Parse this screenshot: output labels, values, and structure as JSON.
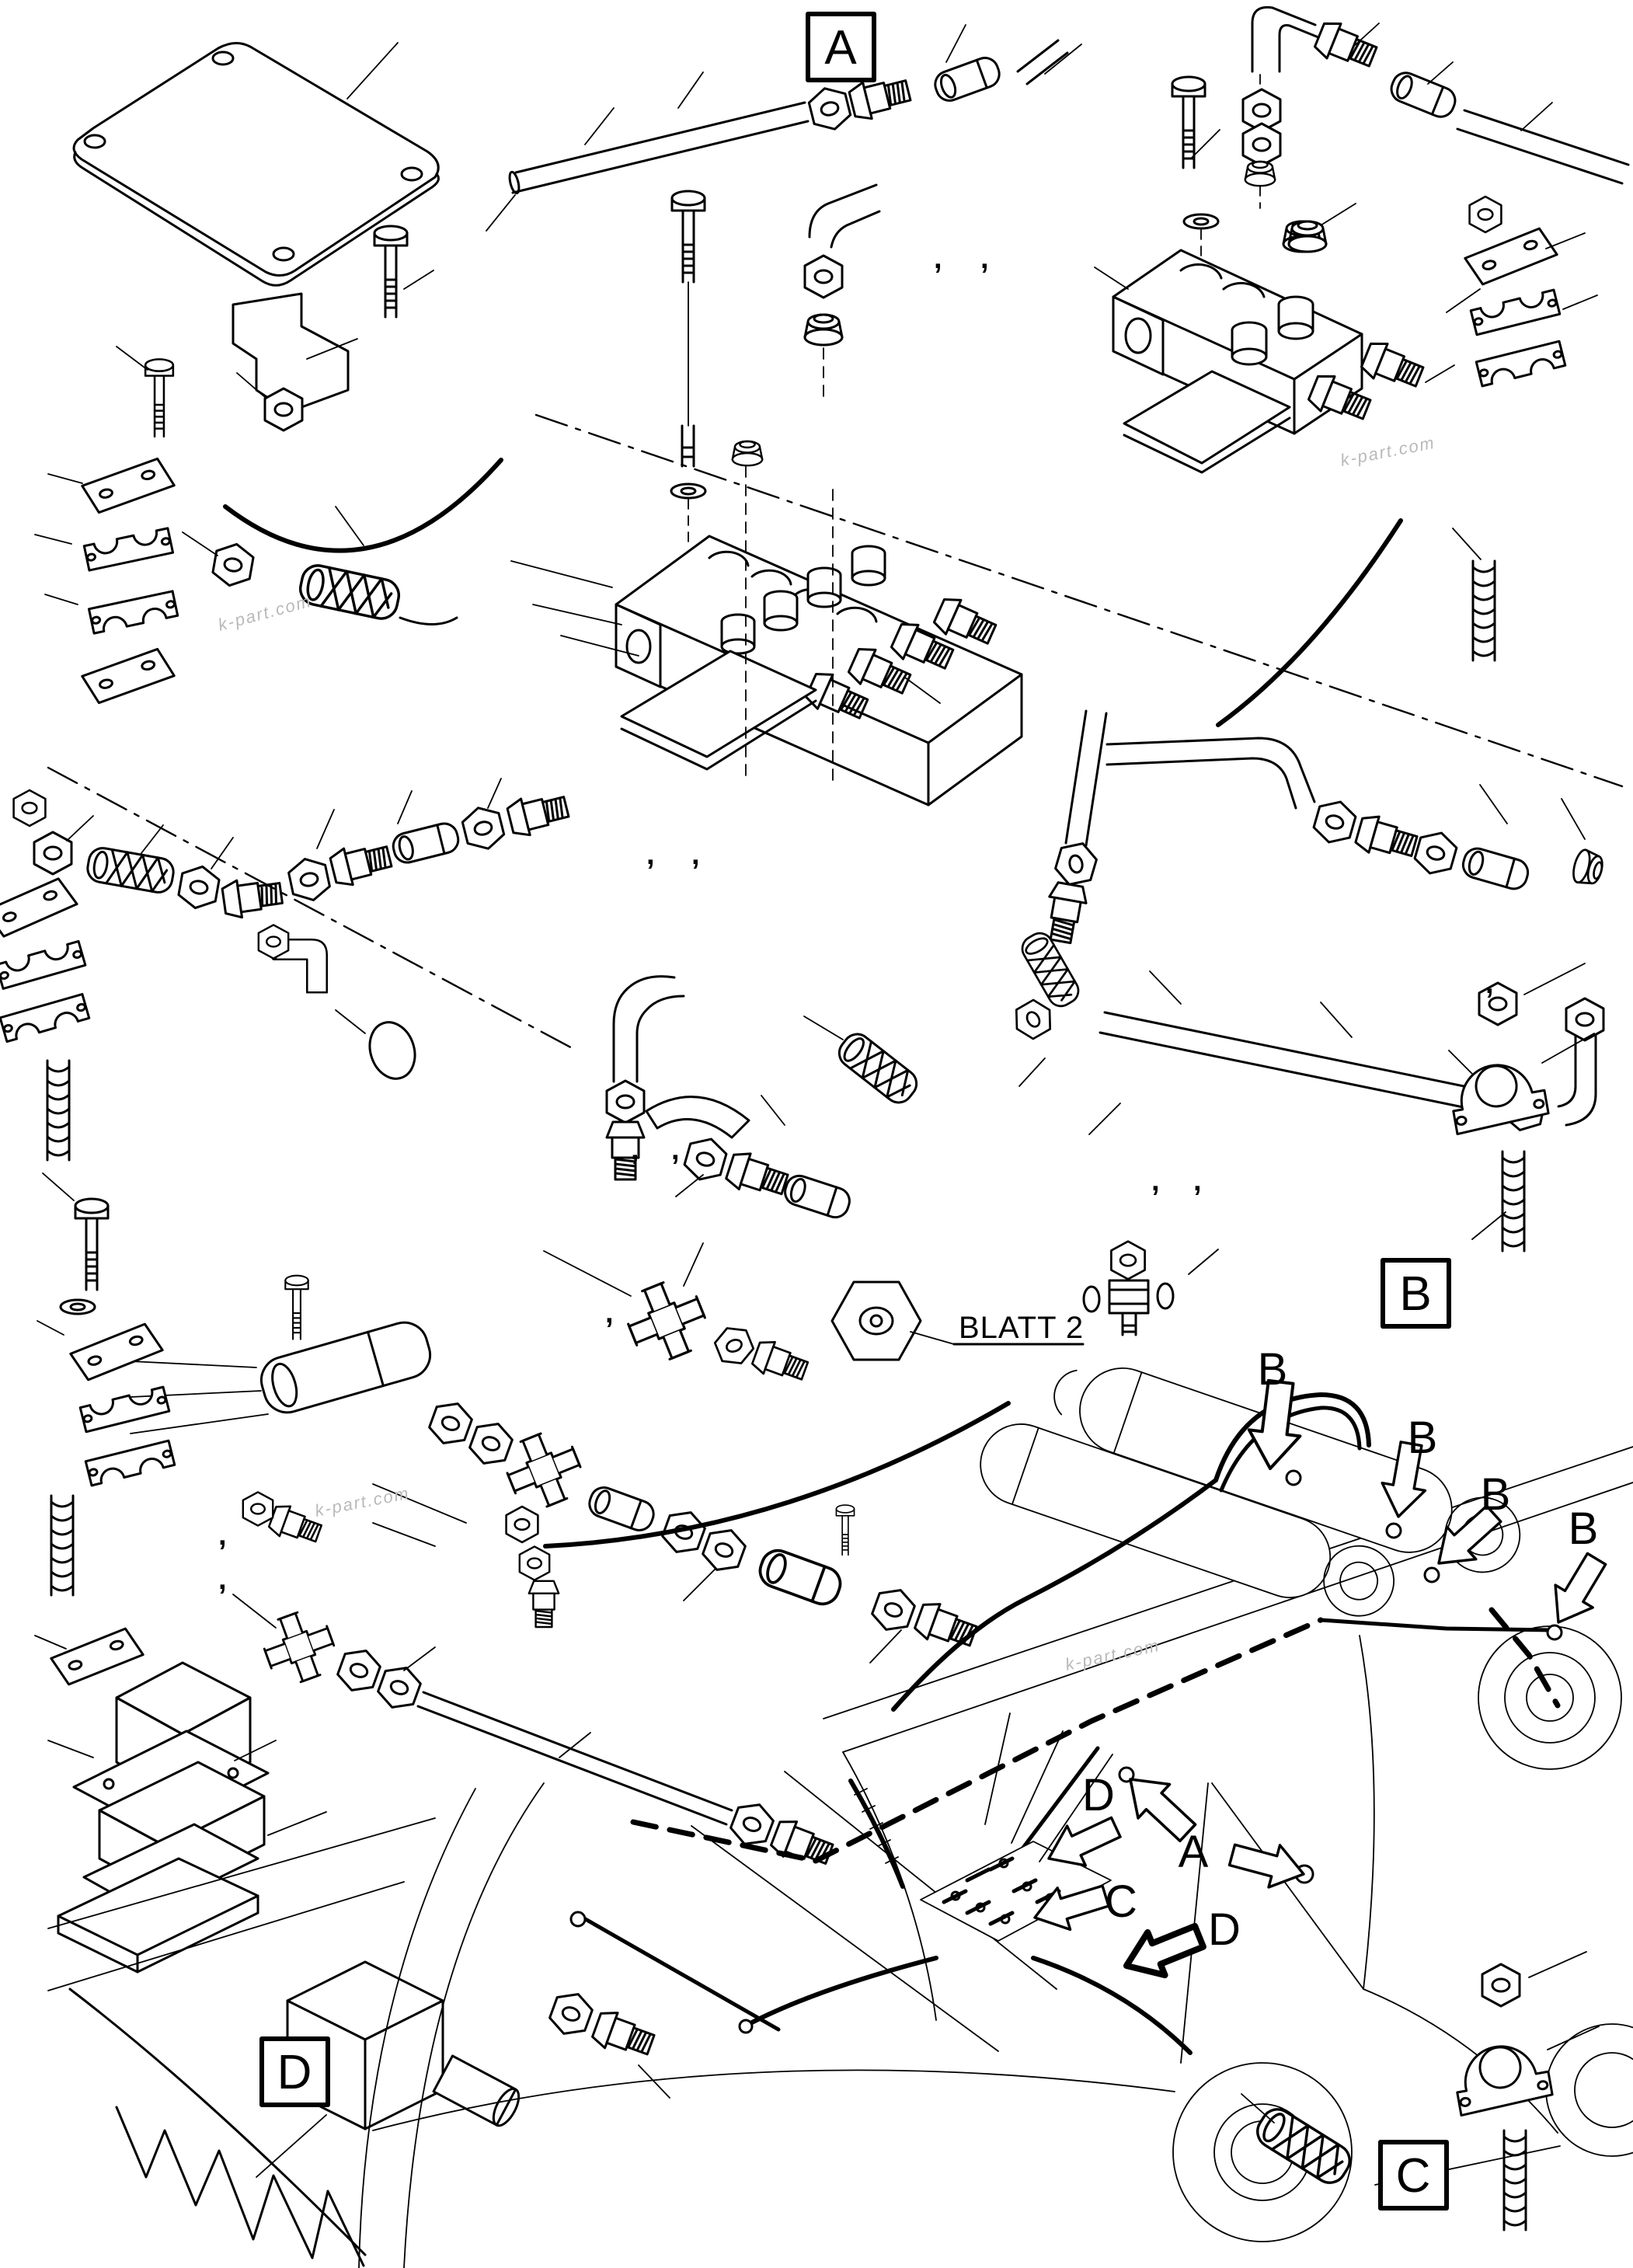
{
  "page": {
    "background": "#ffffff",
    "ink": "#000000",
    "watermark_color": "#b9b9b9",
    "description": "Exploded hydraulic piping parts diagram with excavator boom"
  },
  "boxed_view_labels": {
    "a": "A",
    "b": "B",
    "c": "C",
    "d": "D"
  },
  "arrow_labels": {
    "b_top_1": "B",
    "b_top_2": "B",
    "b_top_3": "B",
    "b_top_4": "B",
    "d_upper": "D",
    "a_mid": "A",
    "c_mid": "C",
    "d_lower": "D"
  },
  "callouts": {
    "blatt_2": "BLATT 2",
    "comma": ","
  },
  "watermark": {
    "text": "k-part.com"
  }
}
